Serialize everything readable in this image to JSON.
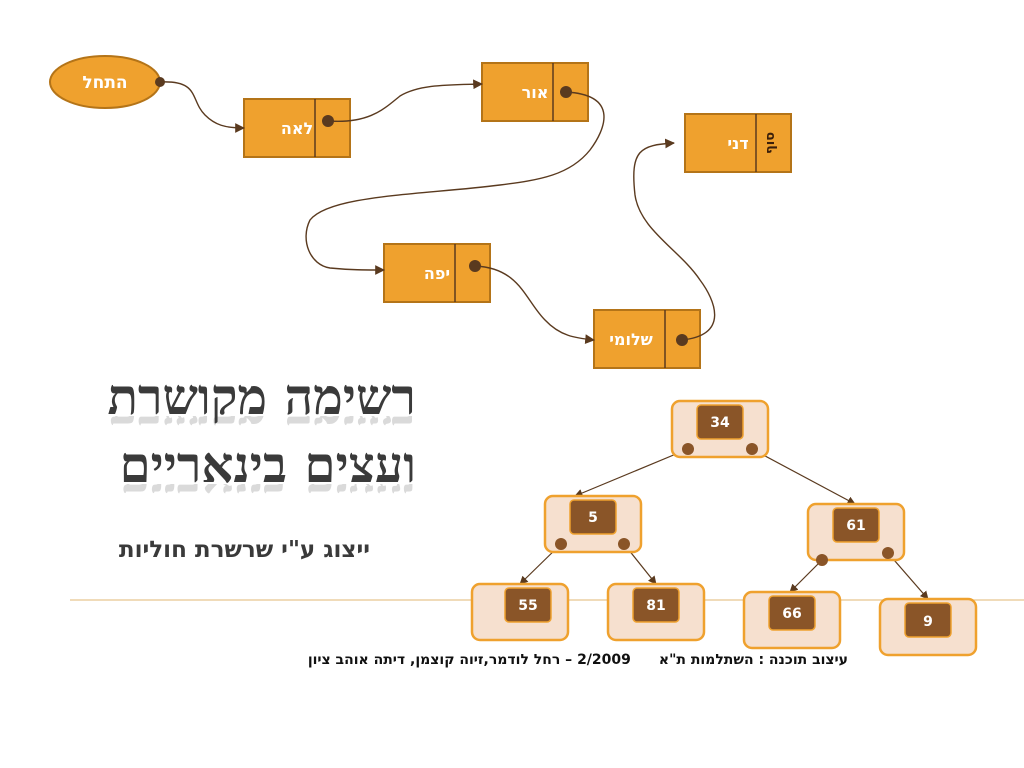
{
  "start_label": "התחל",
  "list_nodes": [
    {
      "id": "lea",
      "label": "לאה"
    },
    {
      "id": "or",
      "label": "אור"
    },
    {
      "id": "dani",
      "label": "דני"
    },
    {
      "id": "yafa",
      "label": "יפה"
    },
    {
      "id": "shlomi",
      "label": "שלומי"
    }
  ],
  "null_label": "סוף",
  "title": {
    "line1": "רשימה מקושרת",
    "line2": "ועצים בינאריים"
  },
  "subtitle": "ייצוג ע\"י שרשרת חוליות",
  "credits": {
    "design": "עיצוב תוכנה : השתלמות ת\"א",
    "authors": "2/2009 – רחל לודמר,זיוה קוצמן, דיתה אוהב ציון"
  },
  "tree_nodes": [
    {
      "id": "n34",
      "value": "34"
    },
    {
      "id": "n5",
      "value": "5"
    },
    {
      "id": "n61",
      "value": "61"
    },
    {
      "id": "n55",
      "value": "55"
    },
    {
      "id": "n81",
      "value": "81"
    },
    {
      "id": "n66",
      "value": "66"
    },
    {
      "id": "n9",
      "value": "9"
    }
  ],
  "colors": {
    "node_fill": "#efa12e",
    "node_stroke": "#b47418",
    "pointer": "#5a3a1f",
    "tree_outer": "#f6e0cf",
    "tree_outer_stroke": "#efa12e",
    "tree_inner": "#8a5528",
    "title": "#3a3a3a"
  }
}
